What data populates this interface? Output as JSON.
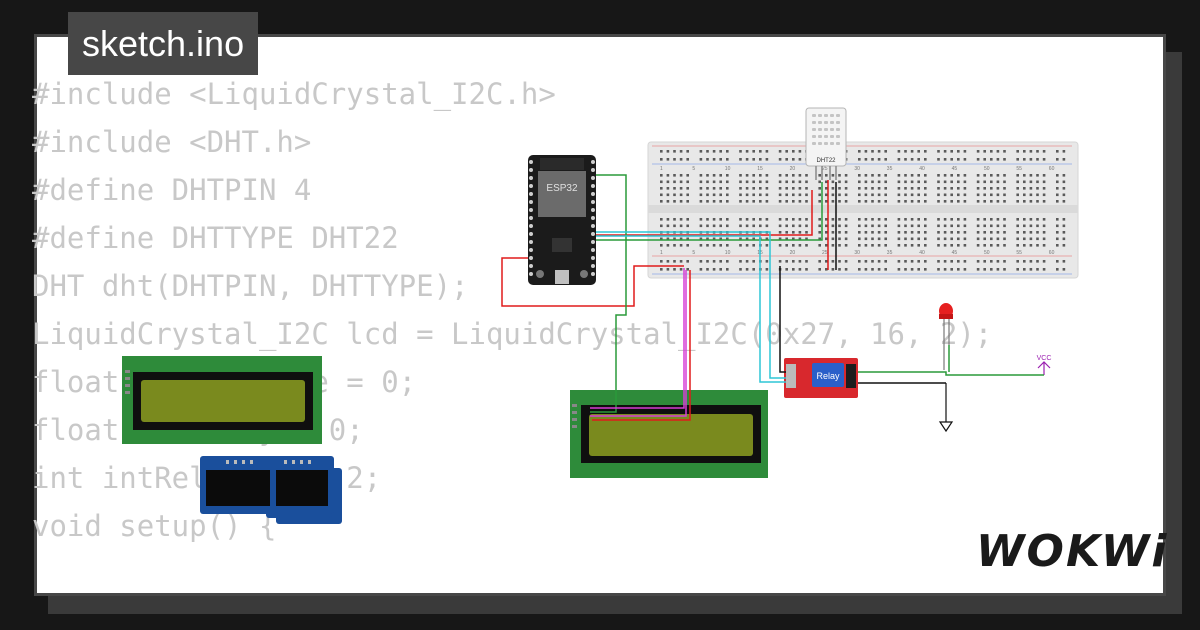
{
  "tab": {
    "filename": "sketch.ino"
  },
  "code_lines": [
    "#include <LiquidCrystal_I2C.h>",
    "#include <DHT.h>",
    "#define DHTPIN 4",
    "#define DHTTYPE DHT22",
    "DHT dht(DHTPIN, DHTTYPE);",
    "LiquidCrystal_I2C lcd = LiquidCrystal_I2C(0x27, 16, 2);",
    "float temperature = 0;",
    "float humidity = 0;",
    "int intRelayPin = 2;",
    "void setup() {",
    "  "
  ],
  "components": {
    "esp32_label": "ESP32",
    "dht_label": "DHT22",
    "relay_label": "Relay",
    "vcc_label": "VCC"
  },
  "breadboard_numbers": [
    "1",
    "5",
    "10",
    "15",
    "20",
    "25",
    "30",
    "35",
    "40",
    "45",
    "50",
    "55",
    "60"
  ],
  "logo": "WOKWi",
  "colors": {
    "background": "#171717",
    "card": "#ffffff",
    "tab": "#474747",
    "code_text": "#c8c8c8",
    "lcd_board": "#2e8b3a",
    "lcd_screen": "#7a8a1e",
    "oled_board": "#1a4f9c",
    "relay_board": "#d8282d",
    "wire_red": "#e01b1b",
    "wire_green": "#2a9a3a",
    "wire_cyan": "#2ec6d6",
    "wire_magenta": "#d63fd6",
    "wire_black": "#111111"
  }
}
